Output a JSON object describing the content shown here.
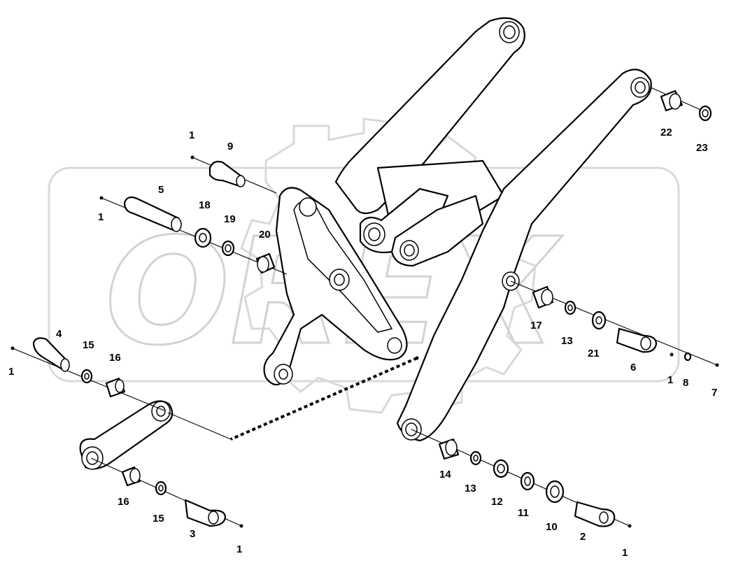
{
  "diagram": {
    "watermark": "OREX",
    "callouts": [
      "1",
      "9",
      "5",
      "18",
      "19",
      "20",
      "4",
      "15",
      "16",
      "16",
      "15",
      "3",
      "22",
      "23",
      "17",
      "13",
      "21",
      "6",
      "8",
      "7",
      "14",
      "13",
      "12",
      "11",
      "10",
      "2"
    ]
  }
}
